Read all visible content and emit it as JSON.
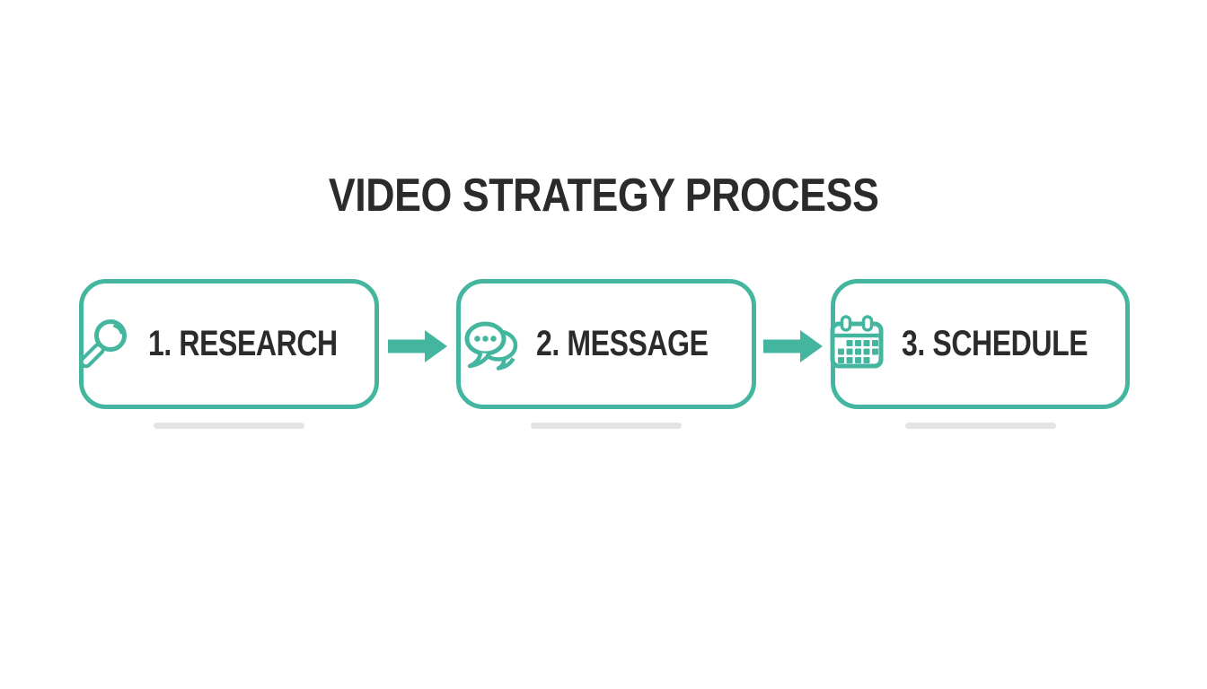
{
  "title": "VIDEO STRATEGY PROCESS",
  "colors": {
    "accent": "#44B6A0",
    "text": "#2B2B2B",
    "underline": "#E4E4E4",
    "bg": "#FFFFFF"
  },
  "steps": [
    {
      "label": "1. RESEARCH",
      "icon": "search-icon"
    },
    {
      "label": "2. MESSAGE",
      "icon": "chat-icon"
    },
    {
      "label": "3. SCHEDULE",
      "icon": "calendar-icon"
    }
  ],
  "connectors": [
    {
      "icon": "arrow-right-icon"
    },
    {
      "icon": "arrow-right-icon"
    }
  ]
}
